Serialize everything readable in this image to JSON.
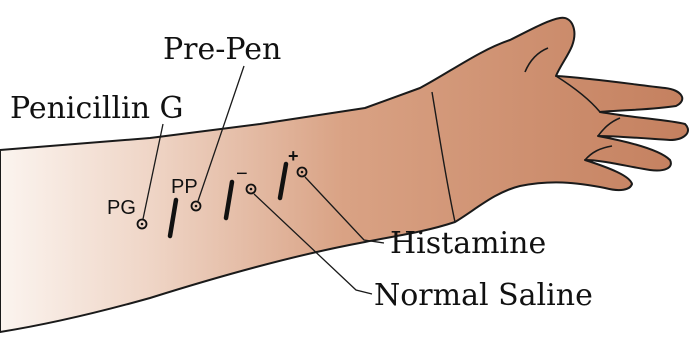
{
  "callouts": {
    "penicillin_g": "Penicillin G",
    "pre_pen": "Pre-Pen",
    "histamine": "Histamine",
    "normal_saline": "Normal Saline"
  },
  "site_labels": {
    "pg": "PG",
    "pp": "PP",
    "minus": "−",
    "plus": "+"
  },
  "colors": {
    "skin": "#c9876a",
    "skin_light": "#f6ebe4",
    "outline": "#1a1a1a"
  }
}
